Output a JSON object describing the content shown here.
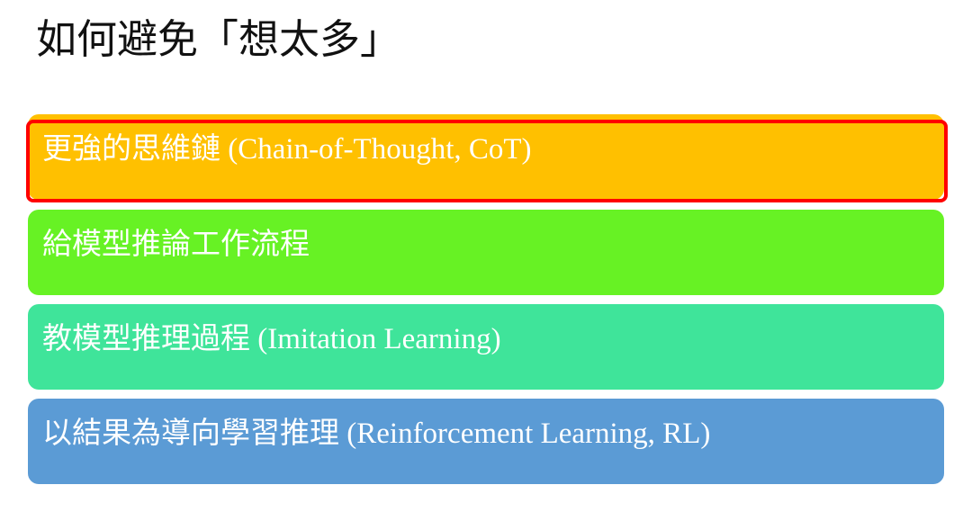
{
  "title": "如何避免「想太多」",
  "items": [
    {
      "label": "更強的思維鏈 (Chain-of-Thought, CoT)",
      "color": "#ffc000",
      "highlighted": true
    },
    {
      "label": "給模型推論工作流程",
      "color": "#67f224",
      "highlighted": false
    },
    {
      "label": "教模型推理過程 (Imitation Learning)",
      "color": "#3fe49a",
      "highlighted": false
    },
    {
      "label": "以結果為導向學習推理 (Reinforcement Learning, RL)",
      "color": "#5b9bd5",
      "highlighted": false
    }
  ],
  "highlight_color": "#ff0000"
}
